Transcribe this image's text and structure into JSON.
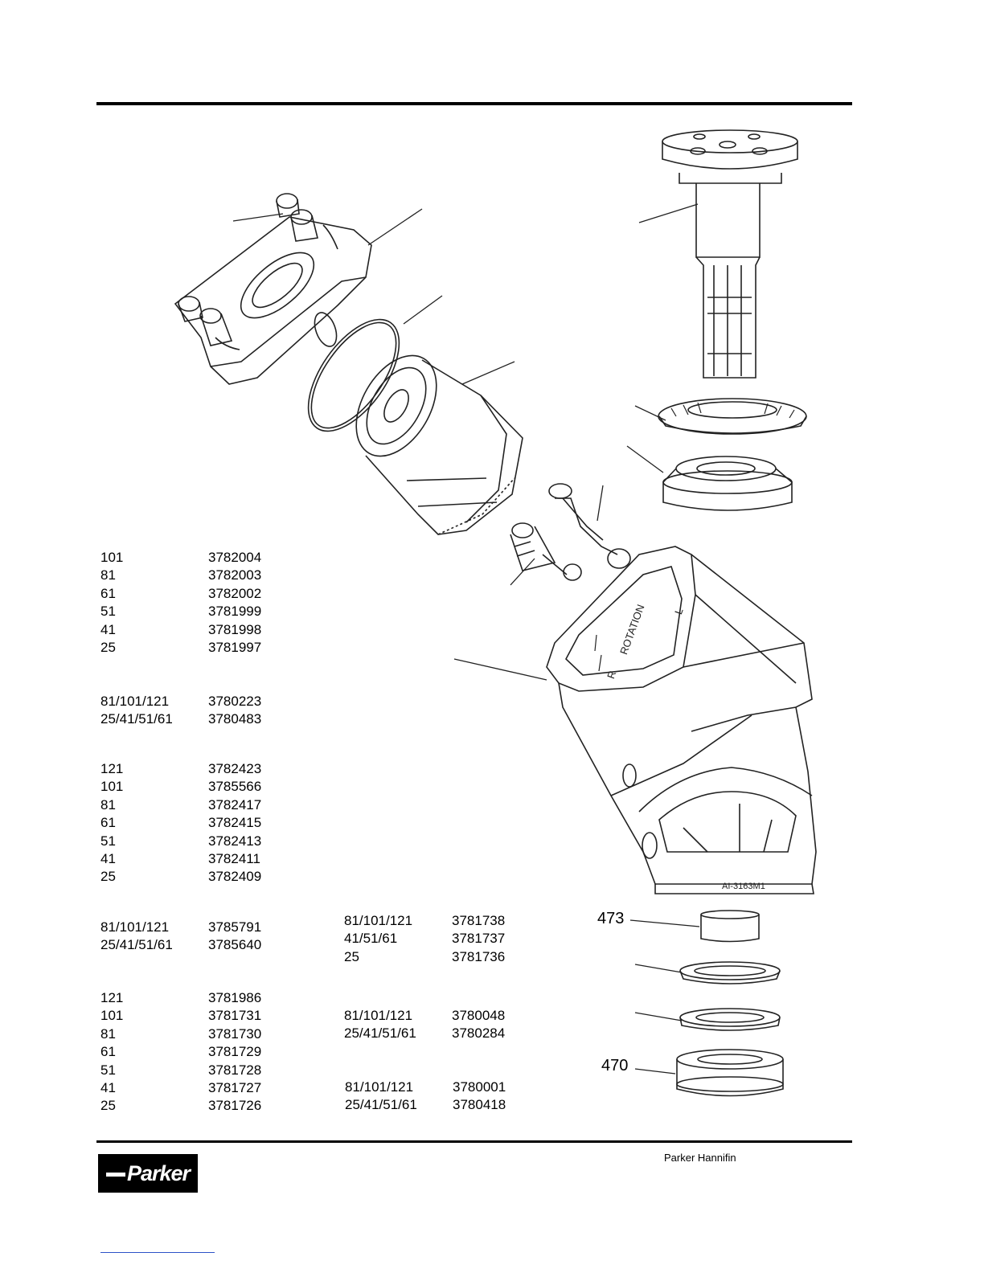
{
  "tables": [
    {
      "rows": [
        [
          "101",
          "3782004"
        ],
        [
          "81",
          "3782003"
        ],
        [
          "61",
          "3782002"
        ],
        [
          "51",
          "3781999"
        ],
        [
          "41",
          "3781998"
        ],
        [
          "25",
          "3781997"
        ]
      ]
    },
    {
      "rows": [
        [
          "81/101/121",
          "3780223"
        ],
        [
          "25/41/51/61",
          "3780483"
        ]
      ]
    },
    {
      "rows": [
        [
          "121",
          "3782423"
        ],
        [
          "101",
          "3785566"
        ],
        [
          "81",
          "3782417"
        ],
        [
          "61",
          "3782415"
        ],
        [
          "51",
          "3782413"
        ],
        [
          "41",
          "3782411"
        ],
        [
          "25",
          "3782409"
        ]
      ]
    },
    {
      "rows": [
        [
          "81/101/121",
          "3785791"
        ],
        [
          "25/41/51/61",
          "3785640"
        ]
      ]
    },
    {
      "rows": [
        [
          "121",
          "3781986"
        ],
        [
          "101",
          "3781731"
        ],
        [
          "81",
          "3781730"
        ],
        [
          "61",
          "3781729"
        ],
        [
          "51",
          "3781728"
        ],
        [
          "41",
          "3781727"
        ],
        [
          "25",
          "3781726"
        ]
      ]
    },
    {
      "rows": [
        [
          "81/101/121",
          "3781738"
        ],
        [
          "41/51/61",
          "3781737"
        ],
        [
          "25",
          "3781736"
        ]
      ]
    },
    {
      "rows": [
        [
          "81/101/121",
          "3780048"
        ],
        [
          "25/41/51/61",
          "3780284"
        ]
      ]
    },
    {
      "rows": [
        [
          "81/101/121",
          "3780001"
        ],
        [
          "25/41/51/61",
          "3780418"
        ]
      ]
    }
  ],
  "callouts": {
    "c473": "473",
    "c470": "470"
  },
  "housing_text": {
    "rotation": "ROTATION",
    "r": "R",
    "l": "L",
    "code": "AI-3163M1"
  },
  "footer": {
    "brand": "Parker Hannifin",
    "logo_text": "Parker"
  }
}
